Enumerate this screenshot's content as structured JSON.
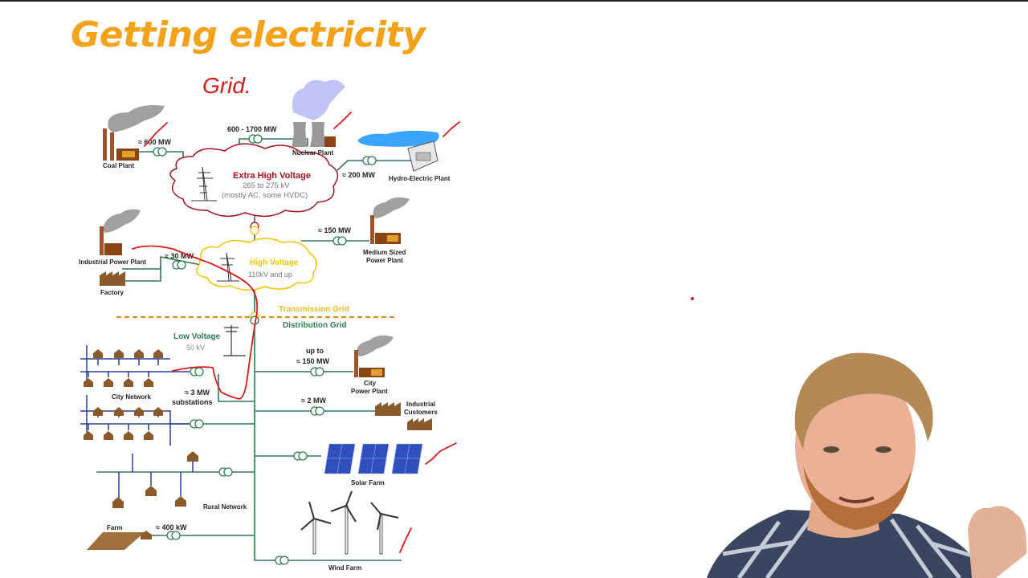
{
  "slide": {
    "title": "Getting electricity"
  },
  "annotations": {
    "grid_word": "Grid."
  },
  "diagram": {
    "ehv": {
      "label": "Extra High Voltage",
      "range": "265 to 275 kV",
      "note": "(mostly AC, some HVDC)"
    },
    "hv": {
      "label": "High Voltage",
      "range": "110kV and up"
    },
    "lv": {
      "label": "Low Voltage",
      "range": "50 kV"
    },
    "transmission_label": "Transmission Grid",
    "distribution_label": "Distribution Grid",
    "plants": {
      "coal": {
        "name": "Coal Plant",
        "power": "≈ 600  MW"
      },
      "nuclear": {
        "name": "Nuclear Plant",
        "power": "600 - 1700  MW"
      },
      "hydro": {
        "name": "Hydro-Electric Plant",
        "power": "≈ 200  MW"
      },
      "industrial": {
        "name": "Industrial Power Plant",
        "power": "≈ 30 MW"
      },
      "factory": {
        "name": "Factory"
      },
      "medium": {
        "name_line1": "Medium Sized",
        "name_line2": "Power Plant",
        "power": "≈ 150  MW"
      },
      "city_plant": {
        "name_line1": "City",
        "name_line2": "Power Plant",
        "power_line1": "up to",
        "power_line2": "≈ 150  MW"
      },
      "industrial_customers": {
        "name_line1": "Industrial",
        "name_line2": "Customers",
        "power": "≈ 2  MW"
      },
      "solar": {
        "name": "Solar Farm"
      },
      "wind": {
        "name": "Wind Farm"
      },
      "farm": {
        "name": "Farm",
        "power": "≈ 400 kW"
      }
    },
    "networks": {
      "city": "City Network",
      "substations_line1": "≈ 3  MW",
      "substations_line2": "substations",
      "rural": "Rural Network"
    },
    "colors": {
      "ehv": "#a3121f",
      "hv": "#f2c400",
      "lv": "#2e7d4f",
      "line": "#2f7a52",
      "annotation": "#d81b1b",
      "title": "#f5a21b"
    }
  }
}
